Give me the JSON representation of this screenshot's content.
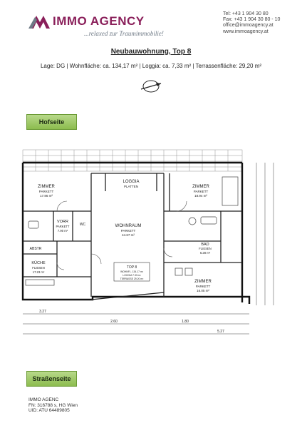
{
  "brand": {
    "name": "IMMO AGENCY",
    "tagline": "...relaxed zur Traumimmobilie!"
  },
  "contact": {
    "tel": "Tel:  +43 1 904 30 80",
    "fax": "Fax: +43 1 904 30 80 - 10",
    "email": "office@immoagency.at",
    "web": "www.immoagency.at"
  },
  "title": "Neubauwohnung, Top 8",
  "facts": "Lage: DG  |  Wohnfläche: ca. 134,17 m²  |  Loggia: ca. 7,33 m²  |  Terrassenfläche: 29,20 m²",
  "labels": {
    "top": "Hofseite",
    "bottom": "Straßenseite"
  },
  "rooms": {
    "zimmer1": {
      "name": "ZIMMER",
      "sub": "PARKETT",
      "area": "17.86 m²"
    },
    "loggia": {
      "name": "LOGGIA",
      "sub": "PLATTEN"
    },
    "zimmer2": {
      "name": "ZIMMER",
      "sub": "PARKETT",
      "area": "18.94 m²"
    },
    "wc": {
      "name": "WC"
    },
    "vorr": {
      "name": "VORR",
      "sub": "PARKETT",
      "area": "7.90 m²"
    },
    "wohnraum": {
      "name": "WOHNRAUM",
      "sub": "PARKETT",
      "area": "44.67 m²"
    },
    "bad": {
      "name": "BAD",
      "sub": "FLIESEN",
      "area": "6.28 m²"
    },
    "abstr": {
      "name": "ABSTR"
    },
    "kuche": {
      "name": "KÜCHE",
      "sub": "FLIESEN",
      "area": "17.23 m²"
    },
    "zimmer3": {
      "name": "ZIMMER",
      "sub": "PARKETT",
      "area": "16.05 m²"
    },
    "top": {
      "name": "TOP 8",
      "l1": "WOHNFL. 134.17 m²",
      "l2": "LOGGIA 7.33 m²",
      "l3": "TERRASSE 29.20 m²"
    }
  },
  "dims": {
    "d1": "3.27",
    "d2": "2.60",
    "d3": "1.80",
    "d4": "5.27"
  },
  "footer": {
    "company": "IMMO AGENC",
    "fn": "FN: 316788 s, HG Wien",
    "uid": "UID: ATU 64489805"
  }
}
